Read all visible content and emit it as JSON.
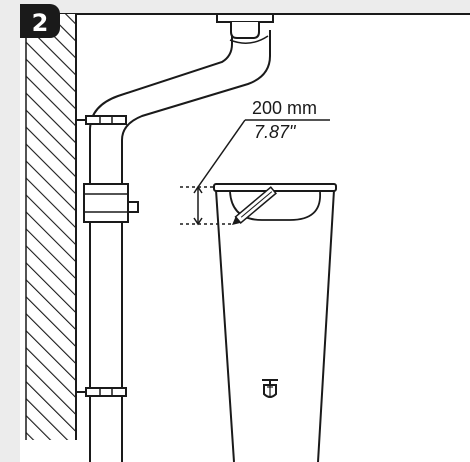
{
  "figure": {
    "step_number": "2",
    "dimension_metric": "200 mm",
    "dimension_imperial": "7.87\""
  },
  "colors": {
    "line": "#1a1a1a",
    "background_gray": "#ececec",
    "badge_fill": "#1a1a1a",
    "badge_text": "#ffffff",
    "wall_hatch": "#1a1a1a"
  },
  "icons": {
    "step_badge": "step-number-badge",
    "tap": "tap-icon",
    "pencil": "pencil-marker-icon",
    "bracket": "pipe-bracket-icon"
  }
}
